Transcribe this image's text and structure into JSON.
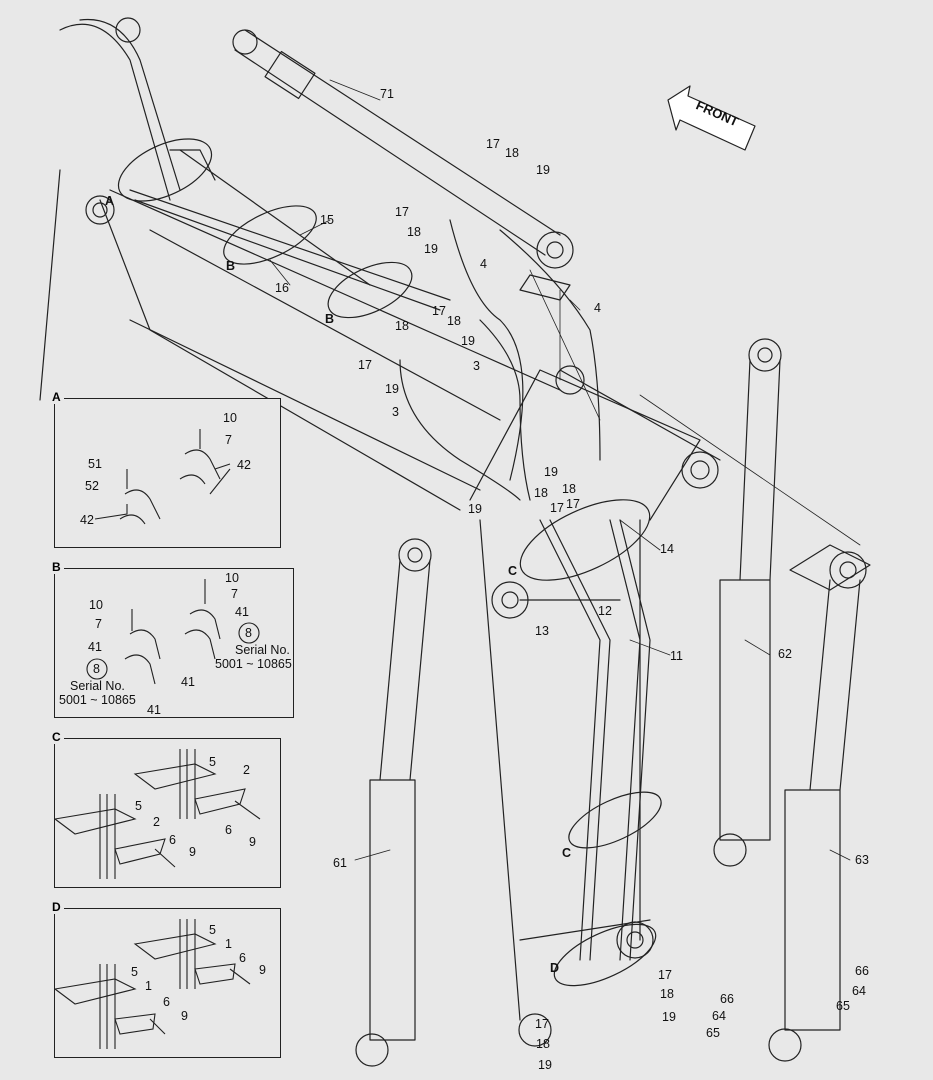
{
  "front_label": "FRONT",
  "section_markers": {
    "a": "A",
    "b": "B",
    "c": "C",
    "d": "D"
  },
  "callouts": {
    "n1": "1",
    "n2": "2",
    "n3": "3",
    "n4": "4",
    "n5": "5",
    "n6": "6",
    "n7": "7",
    "n8": "8",
    "n9": "9",
    "n10": "10",
    "n11": "11",
    "n12": "12",
    "n13": "13",
    "n14": "14",
    "n15": "15",
    "n16": "16",
    "n17": "17",
    "n18": "18",
    "n19": "19",
    "n41": "41",
    "n42": "42",
    "n51": "51",
    "n52": "52",
    "n61": "61",
    "n62": "62",
    "n63": "63",
    "n64": "64",
    "n65": "65",
    "n66": "66",
    "n71": "71"
  },
  "serial_note": {
    "line1": "Serial No.",
    "line2": "5001 ~ 10865"
  }
}
